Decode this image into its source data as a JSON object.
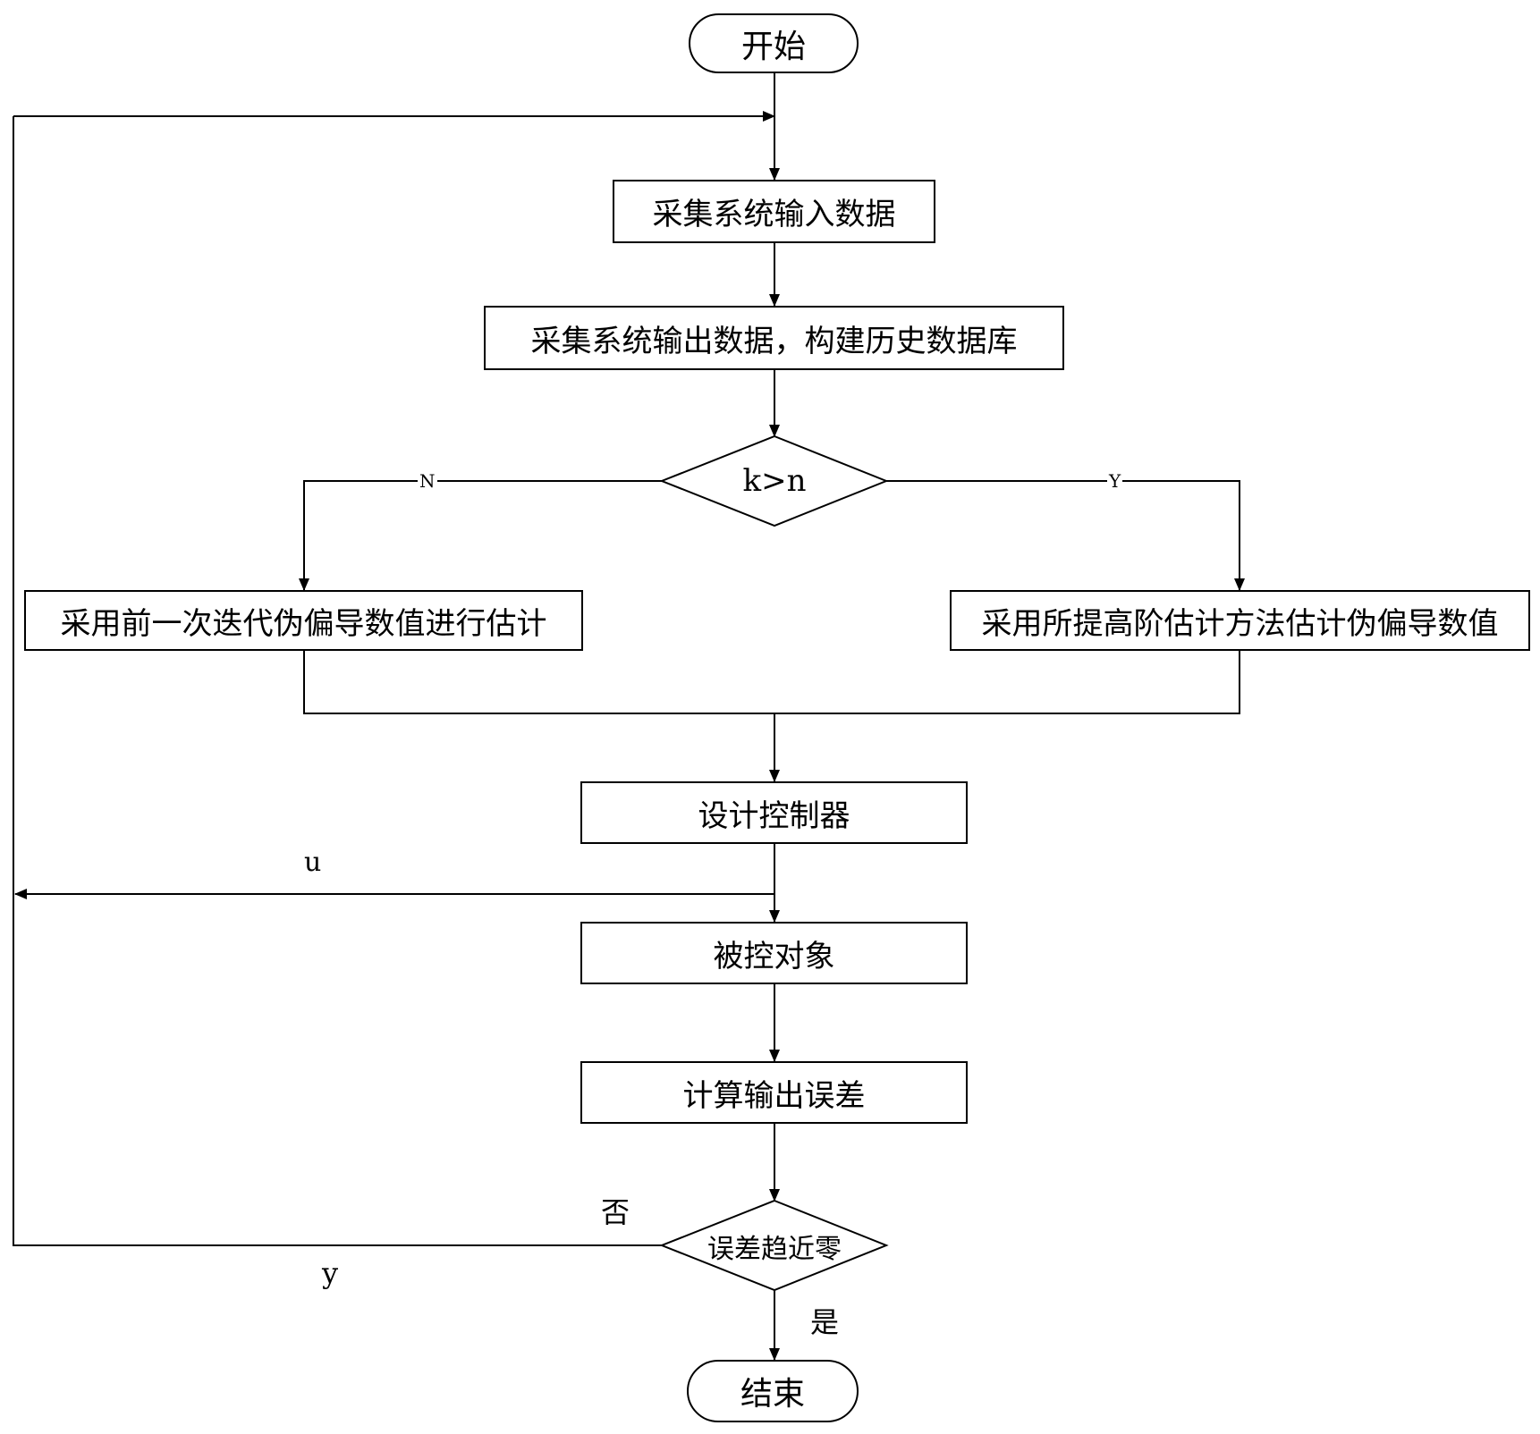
{
  "nodes": {
    "start": "开始",
    "collect_input": "采集系统输入数据",
    "collect_output": "采集系统输出数据，构建历史数据库",
    "decision_k": "k>n",
    "previous_estimate": "采用前一次迭代伪偏导数值进行估计",
    "high_order_estimate": "采用所提高阶估计方法估计伪偏导数值",
    "design_controller": "设计控制器",
    "plant": "被控对象",
    "compute_error": "计算输出误差",
    "decision_error": "误差趋近零",
    "end": "结束"
  },
  "edge_labels": {
    "n": "N",
    "y_cap": "Y",
    "u": "u",
    "no": "否",
    "y": "y",
    "yes": "是"
  }
}
